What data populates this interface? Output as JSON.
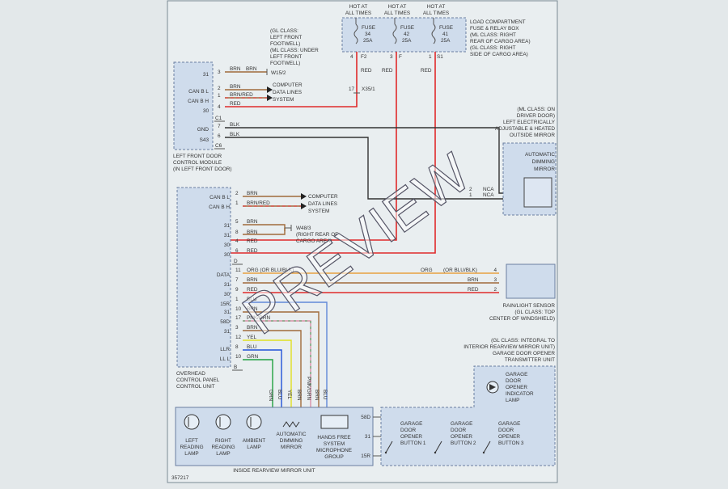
{
  "fuse_box": {
    "hot1": [
      "HOT AT",
      "ALL TIMES"
    ],
    "hot2": [
      "HOT AT",
      "ALL TIMES"
    ],
    "hot3": [
      "HOT AT",
      "ALL TIMES"
    ],
    "fuse1": [
      "FUSE",
      "34",
      "25A"
    ],
    "fuse2": [
      "FUSE",
      "42",
      "25A"
    ],
    "fuse3": [
      "FUSE",
      "41",
      "25A"
    ],
    "desc": [
      "LOAD COMPARTMENT",
      "FUSE & RELAY BOX",
      "(ML CLASS: RIGHT",
      "REAR OF CARGO AREA)",
      "(GL CLASS: RIGHT",
      "SIDE OF CARGO AREA)"
    ],
    "pin1": "4",
    "conn1": "F2",
    "pin2": "3",
    "conn2": "F",
    "pin3": "1",
    "conn3": "S1"
  },
  "gl_note": [
    "(GL CLASS:",
    "LEFT FRONT",
    "FOOTWELL)",
    "(ML CLASS: UNDER",
    "LEFT FRONT",
    "FOOTWELL)"
  ],
  "w15": "W15/2",
  "splice": {
    "pin": "17",
    "name": "X35/1"
  },
  "left_door": {
    "pins": [
      "31",
      "CAN B L",
      "CAN B H",
      "30",
      "GND",
      "S43"
    ],
    "nums": [
      "3",
      "2",
      "1",
      "4",
      "7",
      "6"
    ],
    "wires": [
      "BRN",
      "BRN",
      "BRN/RED",
      "RED",
      "BLK",
      "BLK"
    ],
    "brn2": "BRN",
    "conn_c1": "C1",
    "conn_c6": "C6",
    "label": [
      "LEFT FRONT DOOR",
      "CONTROL MODULE",
      "(IN LEFT FRONT DOOR)"
    ]
  },
  "computer1": [
    "COMPUTER",
    "DATA LINES",
    "SYSTEM"
  ],
  "red_labels": [
    "RED",
    "RED",
    "RED"
  ],
  "mirror": {
    "note": [
      "(ML CLASS: ON",
      "DRIVER DOOR)",
      "LEFT ELECTRICALLY",
      "ADJUSTABLE & HEATED",
      "OUTSIDE MIRROR"
    ],
    "box": [
      "AUTOMATIC",
      "DIMMING",
      "MIRROR"
    ],
    "pins": [
      "2",
      "1"
    ],
    "wires": [
      "NCA",
      "NCA"
    ]
  },
  "overhead": {
    "pins": [
      "CAN B L",
      "CAN B H",
      "31",
      "31",
      "30",
      "30",
      "DATA",
      "31",
      "30",
      "15R",
      "31",
      "58D",
      "31",
      "LLR",
      "LL L"
    ],
    "nums": [
      "2",
      "1",
      "5",
      "8",
      "4",
      "6",
      "11",
      "7",
      "9",
      "1",
      "10",
      "17",
      "3",
      "12",
      "8",
      "10"
    ],
    "wires": [
      "BRN",
      "BRN/RED",
      "BRN",
      "BRN",
      "RED",
      "RED",
      "ORG (OR BLU/BLK)",
      "BRN",
      "RED",
      "BLU",
      "BRN",
      "PNK/GRN",
      "BRN",
      "YEL",
      "BLU",
      "GRN"
    ],
    "conn": [
      "D",
      "B"
    ],
    "label": [
      "OVERHEAD",
      "CONTROL PANEL",
      "CONTROL UNIT"
    ]
  },
  "computer2": [
    "COMPUTER",
    "DATA LINES",
    "SYSTEM"
  ],
  "w48": [
    "W48/3",
    "(RIGHT REAR OF",
    "CARGO AREA)"
  ],
  "rain": {
    "pins": [
      "4",
      "3",
      "2"
    ],
    "wires": [
      "ORG",
      "(OR BLU/BLK)",
      "BRN",
      "RED"
    ],
    "label": [
      "RAIN/LIGHT SENSOR",
      "(GL CLASS: TOP",
      "CENTER OF WINDSHIELD)"
    ]
  },
  "gdo_note": [
    "(GL CLASS: INTEGRAL TO",
    "INTERIOR REARVIEW MIRROR UNIT)",
    "GARAGE DOOR OPENER",
    "TRANSMITTER UNIT"
  ],
  "vert_wires": [
    "GRN",
    "BLU",
    "YEL",
    "BRN",
    "PNK/GRN",
    "BRN",
    "BLU"
  ],
  "rearview": {
    "items": [
      [
        "LEFT",
        "READING",
        "LAMP"
      ],
      [
        "RIGHT",
        "READING",
        "LAMP"
      ],
      [
        "AMBIENT",
        "LAMP"
      ],
      [
        "AUTOMATIC",
        "DIMMING",
        "MIRROR"
      ],
      [
        "HANDS FREE",
        "SYSTEM",
        "MICROPHONE",
        "GROUP"
      ]
    ],
    "pins": [
      "58D",
      "31",
      "15R"
    ],
    "label": "INSIDE REARVIEW MIRROR UNIT"
  },
  "gdo": {
    "lamp": [
      "GARAGE",
      "DOOR",
      "OPENER",
      "INDICATOR",
      "LAMP"
    ],
    "b1": [
      "GARAGE",
      "DOOR",
      "OPENER",
      "BUTTON 1"
    ],
    "b2": [
      "GARAGE",
      "DOOR",
      "OPENER",
      "BUTTON 2"
    ],
    "b3": [
      "GARAGE",
      "DOOR",
      "OPENER",
      "BUTTON 3"
    ]
  },
  "fig_id": "357217",
  "watermark": "PREVIEW",
  "colors": {
    "red": "#e02a2a",
    "brn": "#a06a3a",
    "blk": "#333333",
    "org": "#e8a040",
    "yel": "#e0e020",
    "blu": "#2050d8",
    "grn": "#20a040",
    "pnk": "#d890a8",
    "lblu": "#6088d8"
  }
}
